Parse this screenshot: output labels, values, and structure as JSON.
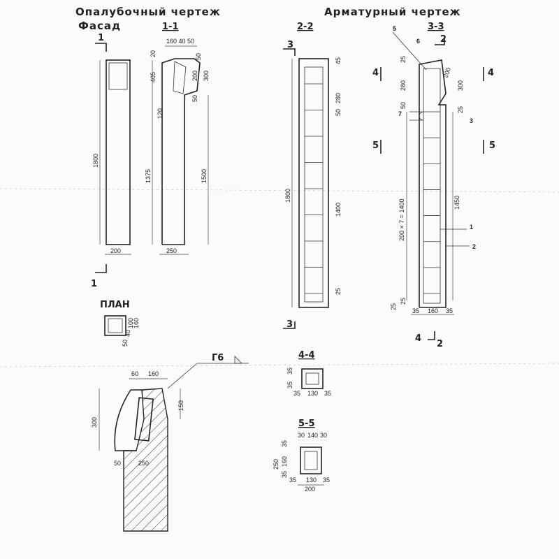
{
  "titles": {
    "formwork": "Опалубочный чертеж",
    "facade": "Фасад",
    "reinforcement": "Арматурный чертеж",
    "plan": "ПЛАН"
  },
  "sections": {
    "s11": "1-1",
    "s22": "2-2",
    "s33": "3-3",
    "s44": "4-4",
    "s55": "5-5",
    "m1": "1",
    "m1b": "1",
    "m3": "3",
    "m3b": "3",
    "m4": "4",
    "m4b": "4",
    "m5": "5",
    "m5b": "5",
    "m2": "2",
    "m2b": "2",
    "m4c": "4"
  },
  "facade": {
    "h": "1800",
    "w": "200"
  },
  "sec11": {
    "top": "160 40 50",
    "d20": "20",
    "d405": "405",
    "d50": "50",
    "d200": "200",
    "d300": "300",
    "d50b": "50",
    "d1375": "1375",
    "d1500": "1500",
    "d120": "120",
    "w": "250"
  },
  "plan": {
    "d100": "100",
    "d160": "160",
    "d40": "40",
    "d50": "50"
  },
  "sec22": {
    "d45": "45",
    "d280": "280",
    "d50": "50",
    "d1800": "1800",
    "d1400": "1400",
    "d25": "25"
  },
  "sec33": {
    "p5": "5",
    "p6": "6",
    "p7": "7",
    "p3": "3",
    "p1": "1",
    "p2": "2",
    "d25": "25",
    "d280": "280",
    "d50": "50",
    "d200": "200",
    "d300": "300",
    "d25b": "25",
    "d1450": "1450",
    "d1400": "200 × 7 = 1400",
    "d25c": "25",
    "d25d": "25",
    "b35": "35",
    "b160": "160",
    "b35b": "35"
  },
  "detail": {
    "weld": "Г6",
    "d60": "60",
    "d160": "160",
    "d300": "300",
    "d150": "150",
    "d50": "50",
    "d250": "250"
  },
  "sec44": {
    "d35a": "35",
    "d35b": "35",
    "w35": "35",
    "w130": "130",
    "w35b": "35"
  },
  "sec55": {
    "t30": "30",
    "t140": "140",
    "t30b": "30",
    "d35": "35",
    "d160": "160",
    "d250": "250",
    "d35b": "35",
    "b35": "35",
    "b130": "130",
    "b35b": "35",
    "b200": "200"
  }
}
